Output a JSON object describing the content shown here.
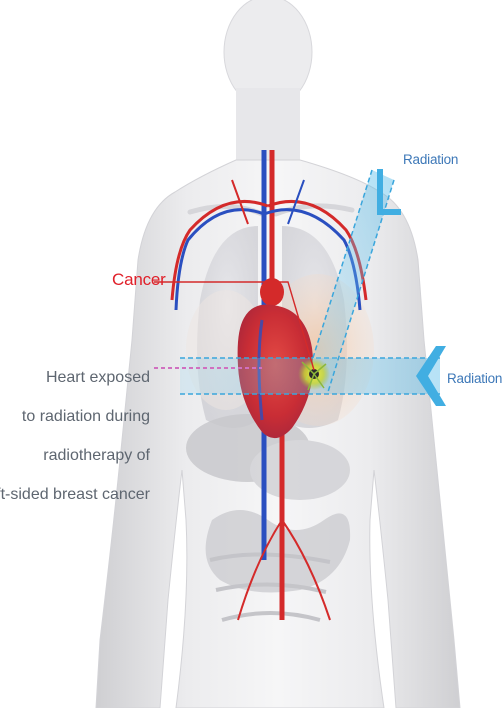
{
  "labels": {
    "cancer": "Cancer",
    "radiation_top": "Radiation",
    "radiation_right": "Radiation",
    "caption_lines": [
      "Heart exposed",
      "to radiation during",
      "radiotherapy of",
      "left-sided breast cancer"
    ]
  },
  "colors": {
    "cancer_label": "#e0202a",
    "caption_text": "#5e6670",
    "radiation_text": "#3d78b8",
    "radiation_beam": "#5bbfe8",
    "heart_pointer": "#d070c0",
    "artery": "#d42a2a",
    "vein": "#2a4fc0",
    "tumor": "#e8e020"
  },
  "icons": {
    "beam_top_marker": "bracket-icon",
    "beam_right_marker": "chevron-left-icon"
  }
}
